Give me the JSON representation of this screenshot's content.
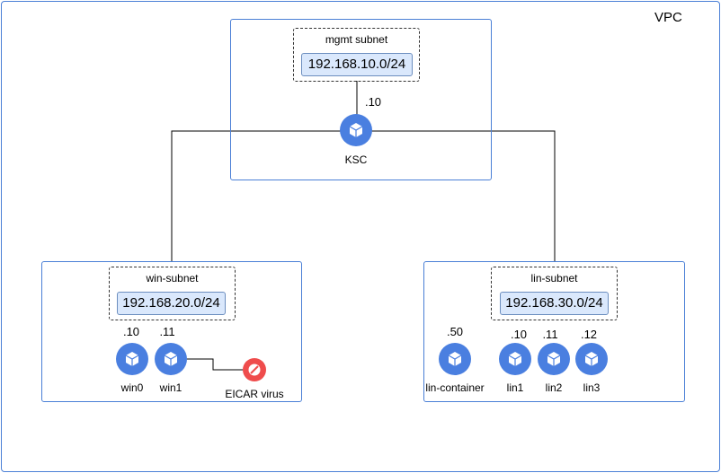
{
  "vpc": {
    "label": "VPC"
  },
  "mgmt": {
    "subnet_name": "mgmt subnet",
    "cidr": "192.168.10.0/24",
    "ksc": {
      "ip": ".10",
      "name": "KSC"
    }
  },
  "win": {
    "subnet_name": "win-subnet",
    "cidr": "192.168.20.0/24",
    "nodes": [
      {
        "ip": ".10",
        "name": "win0"
      },
      {
        "ip": ".11",
        "name": "win1"
      }
    ],
    "virus": {
      "name": "EICAR virus"
    }
  },
  "lin": {
    "subnet_name": "lin-subnet",
    "cidr": "192.168.30.0/24",
    "nodes": [
      {
        "ip": ".50",
        "name": "lin-container"
      },
      {
        "ip": ".10",
        "name": "lin1"
      },
      {
        "ip": ".11",
        "name": "lin2"
      },
      {
        "ip": ".12",
        "name": "lin3"
      }
    ]
  },
  "colors": {
    "box_border": "#4a7fd6",
    "node_fill": "#4a7fe0",
    "cidr_fill": "#dae8fc",
    "virus_fill": "#ef4c4c"
  },
  "icons": {
    "node": "cube-icon",
    "virus": "prohibited-icon"
  }
}
